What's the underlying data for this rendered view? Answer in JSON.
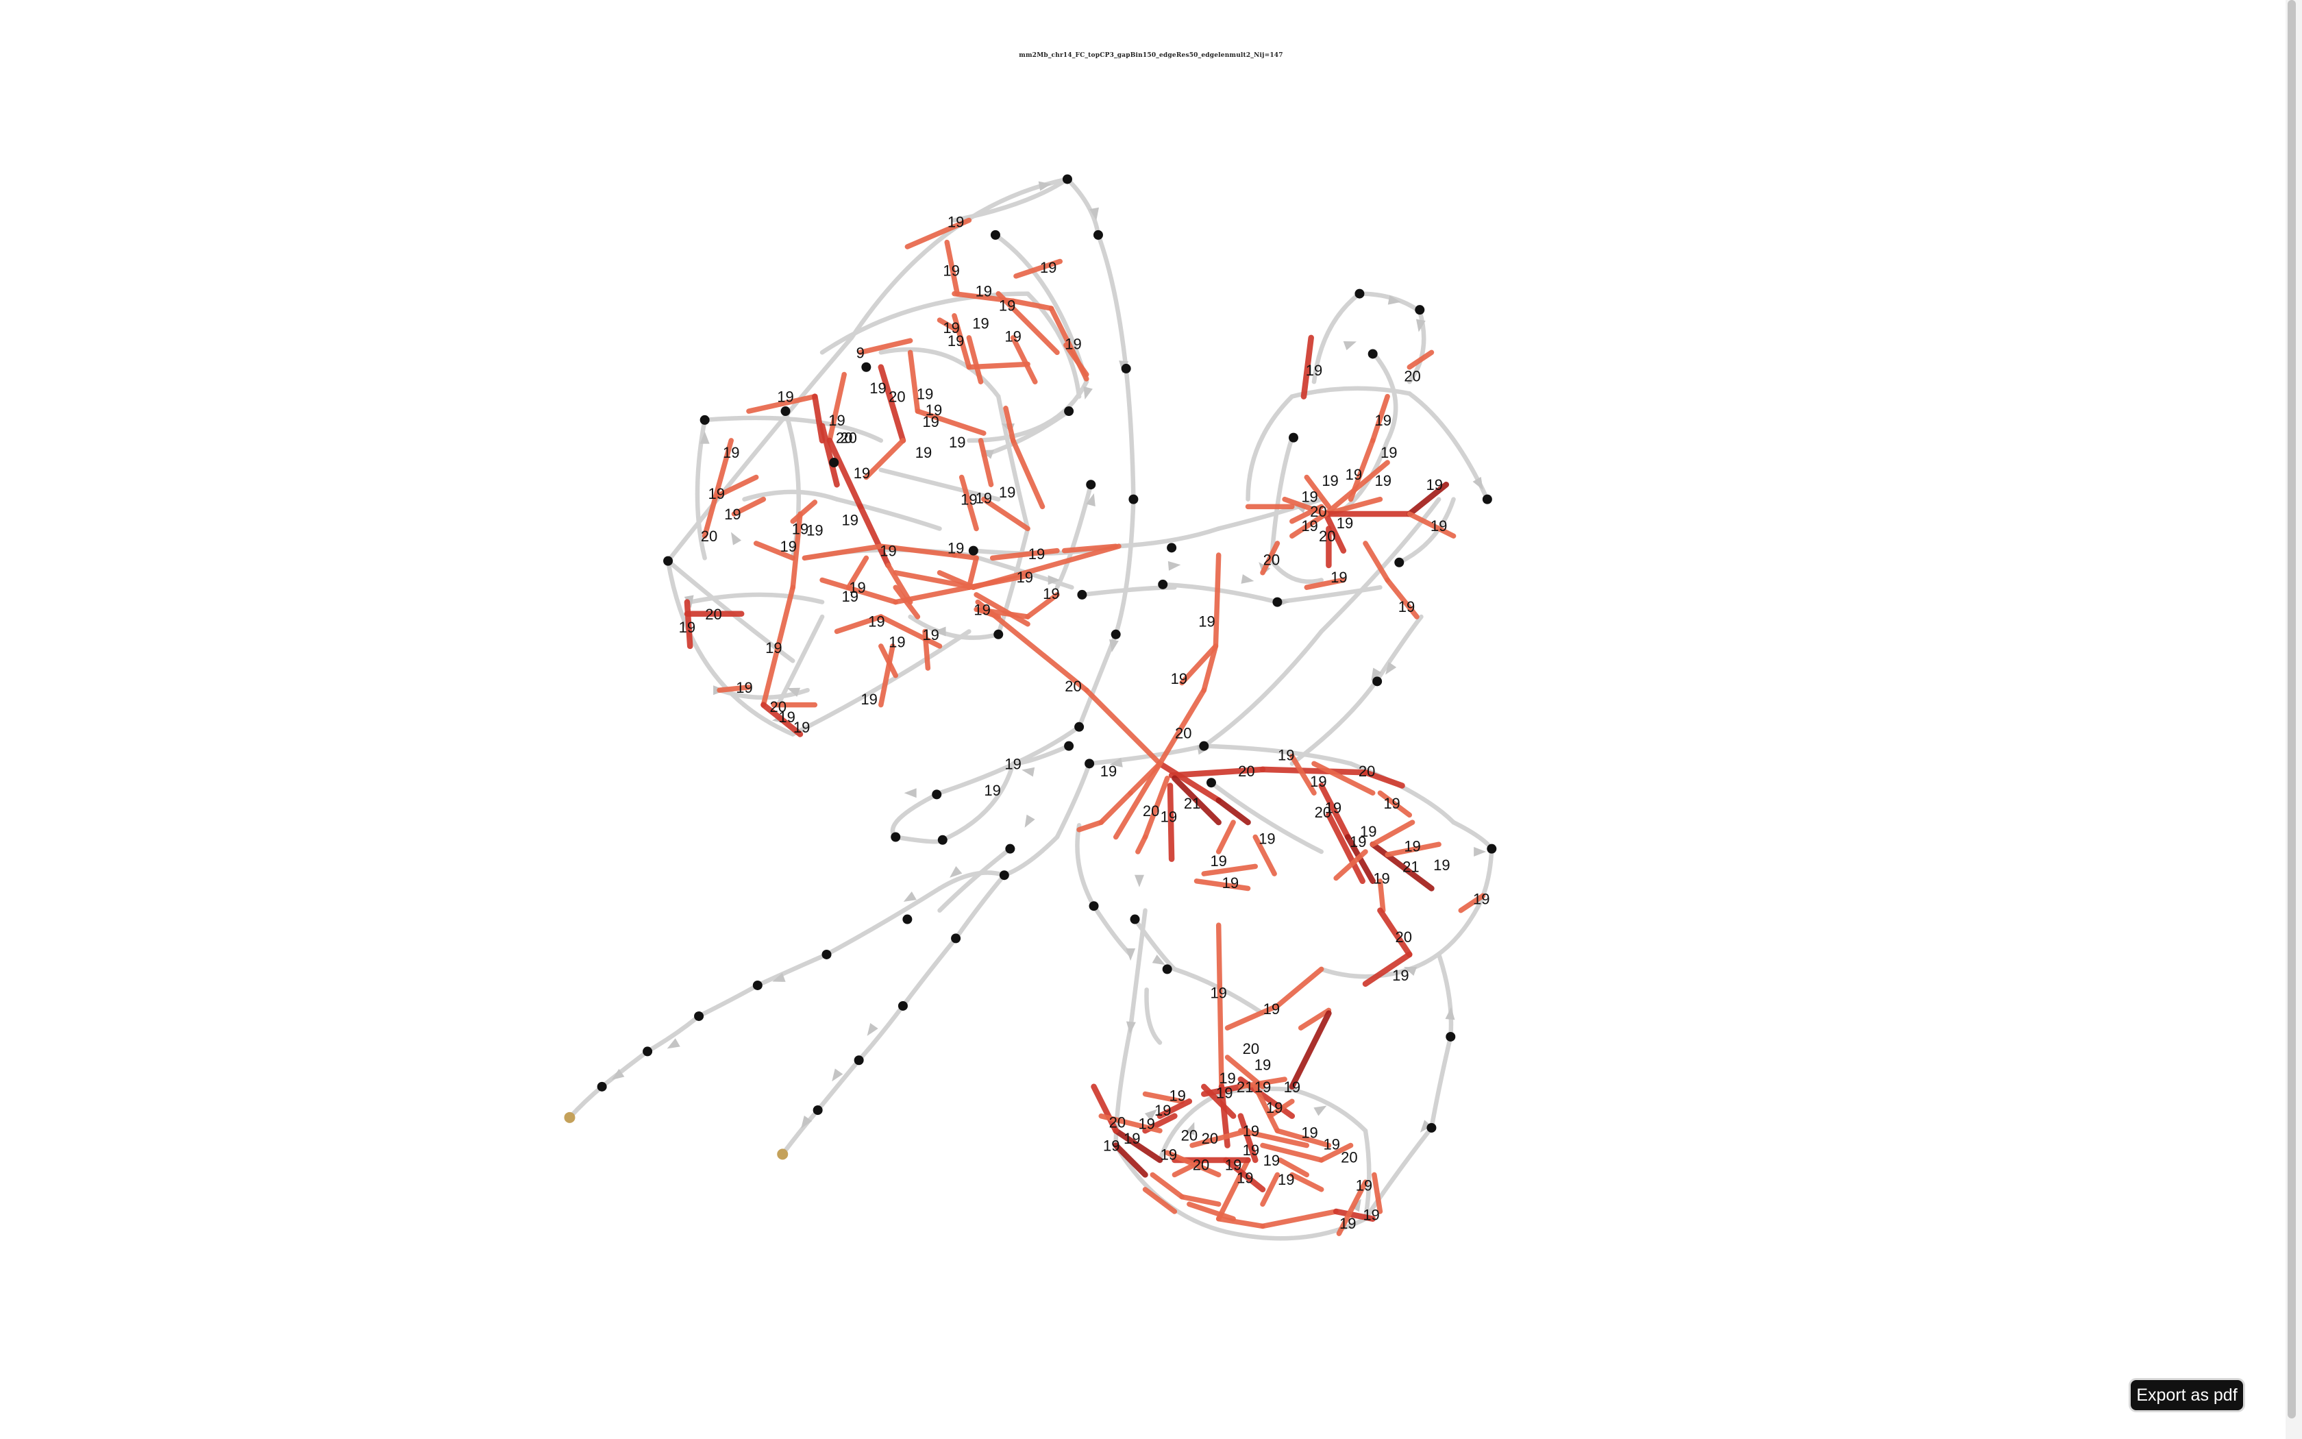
{
  "title": "mm2Mb_chr14_FC_topCP3_gapBin150_edgeRes50_edgelenmult2_Nij=147",
  "export_button_label": "Export as pdf",
  "colors": {
    "gray_edge": "#d2d2d2",
    "gray_arrow": "#c4c4c4",
    "edge_19": "#e8674a",
    "edge_20": "#cf3a2e",
    "edge_21": "#a31f1b",
    "node": "#111111",
    "endpoint_node": "#c4a15a"
  },
  "weight_labels": [
    "19",
    "19",
    "19",
    "19",
    "19",
    "19",
    "19",
    "19",
    "19",
    "19",
    "9",
    "19",
    "20",
    "19",
    "19",
    "20",
    "19",
    "20",
    "19",
    "19",
    "19",
    "19",
    "19",
    "19",
    "19",
    "19",
    "20",
    "19",
    "19",
    "19",
    "19",
    "19",
    "19",
    "19",
    "19",
    "19",
    "19",
    "19",
    "19",
    "19",
    "19",
    "19",
    "19",
    "19",
    "19",
    "19",
    "19",
    "19",
    "19",
    "19",
    "20",
    "20",
    "19",
    "20",
    "19",
    "19",
    "20",
    "19",
    "19",
    "19",
    "20",
    "19",
    "21",
    "19",
    "19",
    "19",
    "19",
    "20",
    "19",
    "19",
    "20",
    "19",
    "19",
    "19",
    "19",
    "19",
    "19",
    "19",
    "20",
    "20",
    "21",
    "19",
    "19",
    "20",
    "19",
    "19",
    "19",
    "19",
    "19",
    "19",
    "20",
    "19",
    "19",
    "20",
    "19",
    "19",
    "19",
    "19",
    "20",
    "19",
    "19",
    "20",
    "19",
    "19",
    "21",
    "19",
    "19",
    "19",
    "19",
    "19",
    "19",
    "20",
    "19",
    "19",
    "19",
    "20",
    "20",
    "19",
    "19",
    "20",
    "19",
    "19",
    "19",
    "19",
    "19",
    "19",
    "19",
    "20",
    "19",
    "19",
    "19"
  ]
}
